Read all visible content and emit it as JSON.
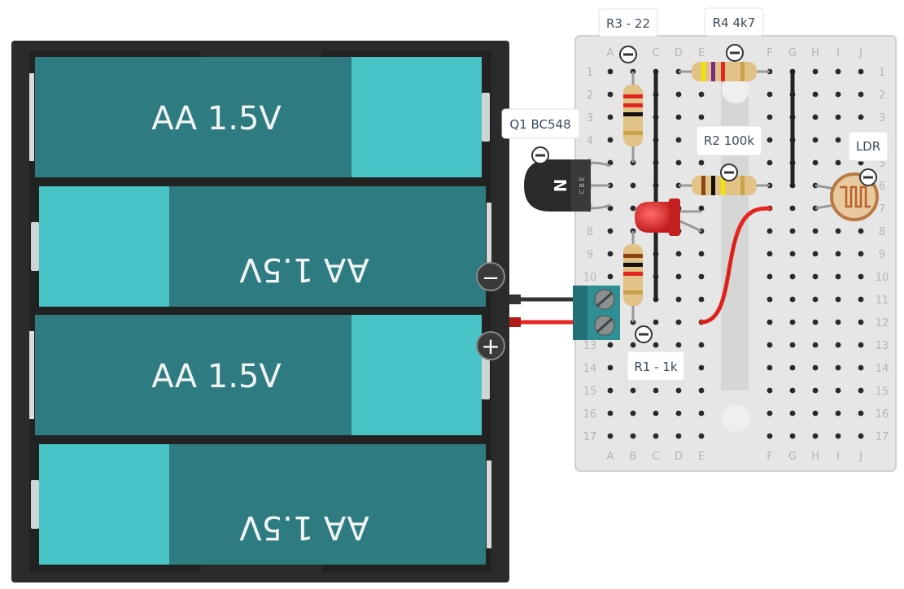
{
  "battery": {
    "cells": [
      "AA 1.5V",
      "AA 1.5V",
      "AA 1.5V",
      "AA 1.5V"
    ],
    "minus_symbol": "−",
    "plus_symbol": "+"
  },
  "breadboard": {
    "columns_left": [
      "A",
      "B",
      "C",
      "D",
      "E"
    ],
    "columns_right": [
      "F",
      "G",
      "H",
      "I",
      "J"
    ],
    "rows": [
      "1",
      "2",
      "3",
      "4",
      "5",
      "6",
      "7",
      "8",
      "9",
      "10",
      "11",
      "12",
      "13",
      "14",
      "15",
      "16",
      "17"
    ]
  },
  "components": {
    "r3": "R3 - 22",
    "r4": "R4 4k7",
    "q1": "Q1 BC548",
    "r2": "R2 100k",
    "ldr": "LDR",
    "r1": "R1 - 1k",
    "transistor_letter": "N",
    "transistor_pins": "C B E"
  },
  "colors": {
    "battery_case": "#2b2b2b",
    "cell_dark": "#2e7c82",
    "cell_light": "#48c3c6",
    "breadboard": "#e6e6e6",
    "wire_red": "#e52620",
    "led": "#dd2525",
    "resistor_body": "#e2c286",
    "terminal_block": "#2d8f94"
  }
}
